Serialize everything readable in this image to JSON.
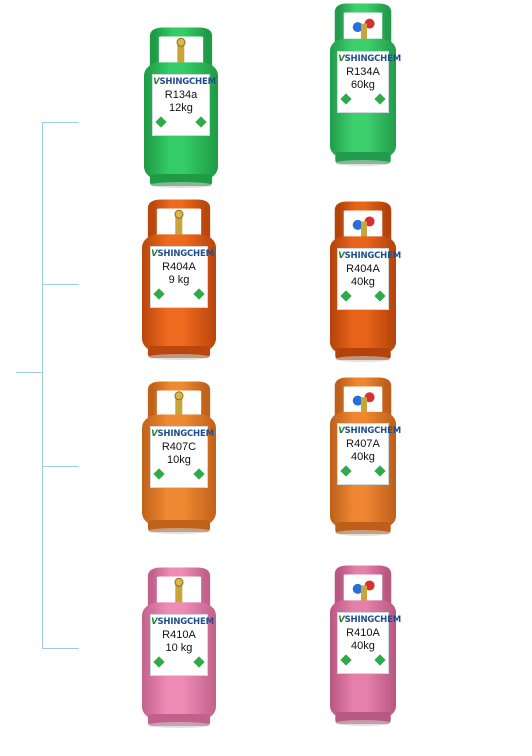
{
  "brand": "SHINGCHEM",
  "cylinders": [
    {
      "model": "R134a",
      "weight": "12kg",
      "color": "#34cc66",
      "dark": "#1f9a45",
      "valve": "brass"
    },
    {
      "model": "R134A",
      "weight": "60kg",
      "color": "#3fd06e",
      "dark": "#229c4c",
      "valve": "dual"
    },
    {
      "model": "R404A",
      "weight": "9 kg",
      "color": "#ef6a1e",
      "dark": "#b9460c",
      "valve": "brass"
    },
    {
      "model": "R404A",
      "weight": "40kg",
      "color": "#e8641a",
      "dark": "#b3430a",
      "valve": "dual"
    },
    {
      "model": "R407C",
      "weight": "10kg",
      "color": "#f08a32",
      "dark": "#c0621a",
      "valve": "brass"
    },
    {
      "model": "R407A",
      "weight": "40kg",
      "color": "#ee8632",
      "dark": "#bd5f1a",
      "valve": "dual"
    },
    {
      "model": "R410A",
      "weight": "10 kg",
      "color": "#ee8cb6",
      "dark": "#c2628c",
      "valve": "brass"
    },
    {
      "model": "R410A",
      "weight": "40kg",
      "color": "#e57fab",
      "dark": "#b95783",
      "valve": "dual"
    }
  ]
}
